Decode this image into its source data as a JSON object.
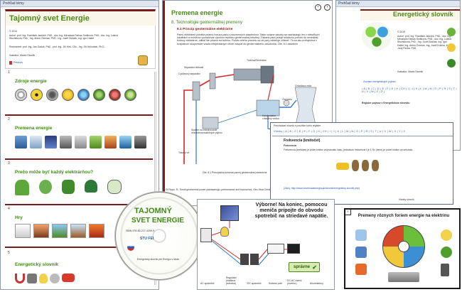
{
  "left_panel": {
    "tab": "Prehľad témy",
    "title": "Tajomný svet Energie",
    "year": "© 2014",
    "authors": "Autori: prof. Ing. František Janíček, PhD., doc. Ing. Miroslava Farkas Smitková, PhD., doc. Ing. Ľubica Stuchlíková, PhD., Ing. Anton Čerman, PhD., Ing. Jozef Zuščák, Ing. Igor Haller",
    "reviewers": "Recenzenti: prof. Ing. Jan Gaduš, PhD., prof. Ing. Jiří Hirš, CSc., Ing. Jiří Holoubek, Ph.D.",
    "illustrator": "Ilustrátor: Martin Sturdík",
    "preface": "Predslov",
    "sections": [
      {
        "num": "1",
        "title": "Zdroje energie"
      },
      {
        "num": "2",
        "title": "Premena energie"
      },
      {
        "num": "3",
        "title": "Prečo môže byť každý elektrárňou?"
      },
      {
        "num": "4",
        "title": "Hry"
      },
      {
        "num": "5",
        "title": "Energetický slovník"
      }
    ]
  },
  "center_panel": {
    "title": "Premena energie",
    "subtitle": "8. Technológie geotermálnej premeny",
    "section": "8.1 Princíp geotermálne elektrárne",
    "body": "Pamú elektráreň poháňa priamo horúca para z podzemných zásobníkov. Takto vzácne zásoby sa nachádzajú len v niekoľkých lokalitách a musia sa vyznačovať vysokou teplotou geotermálnej tekutiny. Získaná para putuje sústavou potrubí do centrálnej budovy elektrárne, odkiaľ ide priamo na turbínu. Počas celého procesu sa od pary oddeľuje vlhkosť. Tá sa ako prebytočná v kvapalnom skupenstve vracia reinjektážnym vrtom naspäť do geotermálneho zásobníka. Obr. 8.1 zásobník",
    "diagram_labels": {
      "turbine": "Turbína/Generátor",
      "separator": "Separátor vlhkosti",
      "cyclone": "Cyklónový separátor",
      "cooling_tower": "Chladiaca veža",
      "pump1": "Čerpadlo",
      "pump2": "Čerpadlo",
      "condenser": "Kondenzátor chladený vodou",
      "gas_system": "Systém na extrahovanie nekondenzovateľných plynov",
      "production_well": "Tokový vrt",
      "reinjection_well": "Reinjektážny vrt"
    },
    "caption": "Obr. 8.1 Princípiálna schéma parnej geotermálnej elektrárne",
    "reference": "Di Pippo, R.: Small geothermal power plantsdesign, performance and economics, Geo-Heat Center Quarterly Bulletin, pp. 1–8"
  },
  "right_panel": {
    "tab": "Prehľad témy",
    "title": "Energetický slovník",
    "year": "© 2015",
    "authors": "Autori: prof. Ing. František Janíček, PhD., doc. Ing. Miroslava Farkas Smitková, PhD., doc. Ing. Ľubica Stuchlíková, PhD., Ing. Jozef Zuščák, Ing. Igor Haller, Ing. Anton Čerman, Ing. Jozef Kubica, Ing. Juraj Packa, PhD.",
    "illustrator": "Ilustrátor: Martin Sturdík",
    "list_label": "Zoznam energetických pojmov",
    "alphabet": "| A | B | C | D | E | F | G | H | CH | I | J | K | L | M | N | O | P | R | S | T | U | V | W | Z | Ž |",
    "register": "Register pojmov v Energetickom slovníku"
  },
  "dict_popup": {
    "header": "Prechádzať slovník s použitím tohto register",
    "alphabet": "Všetky | A | B | C | D | E | F | G | H | CH | I | J | K | L | M | N | O | P | R | S | T | U | V | W | X | Y | Z",
    "entry_title": "Frekvencia (kmitočet)",
    "entry_sub": "Frekvencia",
    "entry_text": "Frekvencia (kmitočet) je počet kmitov za jednotku času, jednotkou frekvencie f je 1 Hz (hertz) je počet kmitov za sekundu.",
    "entry_link": "(Zdroj: http://www.slovenskaenergia.sk/slovnik/energeticky-slovnik.php)",
    "footer": "Všetky slovník"
  },
  "cd": {
    "title_line1": "TAJOMNÝ",
    "title_line2": "SVET ENERGIE",
    "text": "ISBN 978-80-227-4259-9",
    "uni": "STU FEI",
    "bottom": "Energetický slovník pre Energiu v škole"
  },
  "game_panel": {
    "headline": "Výborne! Na koniec, pomocou meniča pripojte do obvodu spotrebič na striedavé napätie.",
    "button": "správne",
    "labels": [
      "Regulátor (riadiaca jednotka)",
      "DC spotrebič",
      "Solárne pole",
      "DC-AC menič (invertor)",
      "Akumulátory",
      "AC spotrebič"
    ]
  },
  "poster_panel": {
    "title": "Premeny rôznych foriem energie na elektrinu"
  }
}
